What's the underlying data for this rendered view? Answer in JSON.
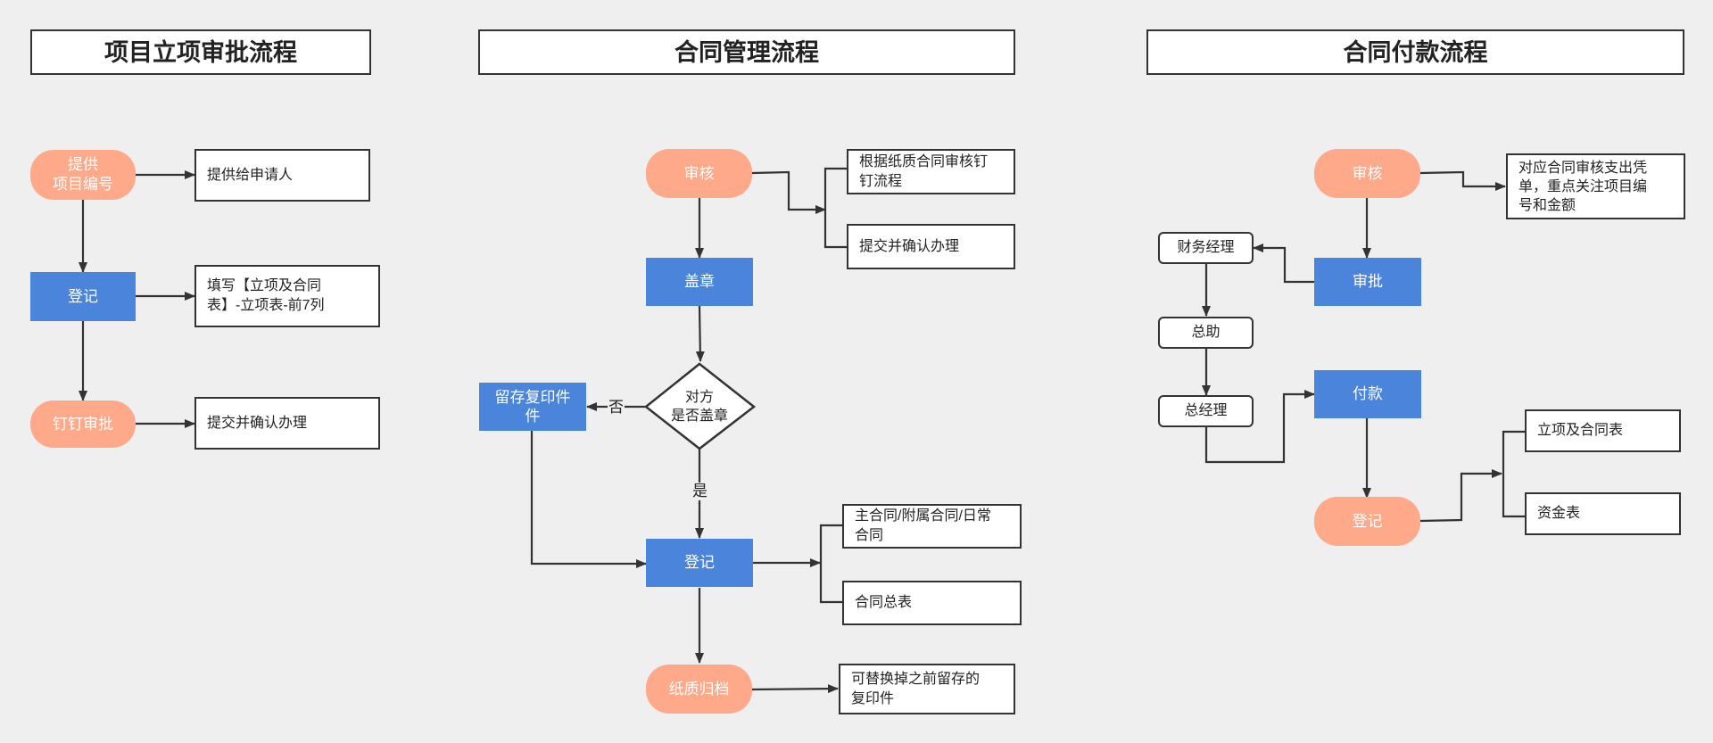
{
  "flow1": {
    "title": "项目立项审批流程",
    "provide_id": "提供\n项目编号",
    "provide_to": "提供给申请人",
    "register": "登记",
    "register_note": "填写【立项及合同\n表】-立项表-前7列",
    "approve": "钉钉审批",
    "approve_note": "提交并确认办理"
  },
  "flow2": {
    "title": "合同管理流程",
    "review": "审核",
    "review_note_1": "根据纸质合同审核钉\n钉流程",
    "review_note_2": "提交并确认办理",
    "stamp": "盖章",
    "decision": "对方\n是否盖章",
    "label_no": "否",
    "label_yes": "是",
    "keep_copy": "留存复印件\n件",
    "register": "登记",
    "register_note_1": "主合同/附属合同/日常\n合同",
    "register_note_2": "合同总表",
    "archive": "纸质归档",
    "archive_note": "可替换掉之前留存的\n复印件"
  },
  "flow3": {
    "title": "合同付款流程",
    "review": "审核",
    "review_note": "对应合同审核支出凭\n单，重点关注项目编\n号和金额",
    "approve": "审批",
    "finance_manager": "财务经理",
    "assistant_gm": "总助",
    "gm": "总经理",
    "pay": "付款",
    "register": "登记",
    "register_note_1": "立项及合同表",
    "register_note_2": "资金表"
  },
  "colors": {
    "pill": "#fea98a",
    "rect": "#4a84db",
    "line": "#333333",
    "background": "#efefef"
  }
}
